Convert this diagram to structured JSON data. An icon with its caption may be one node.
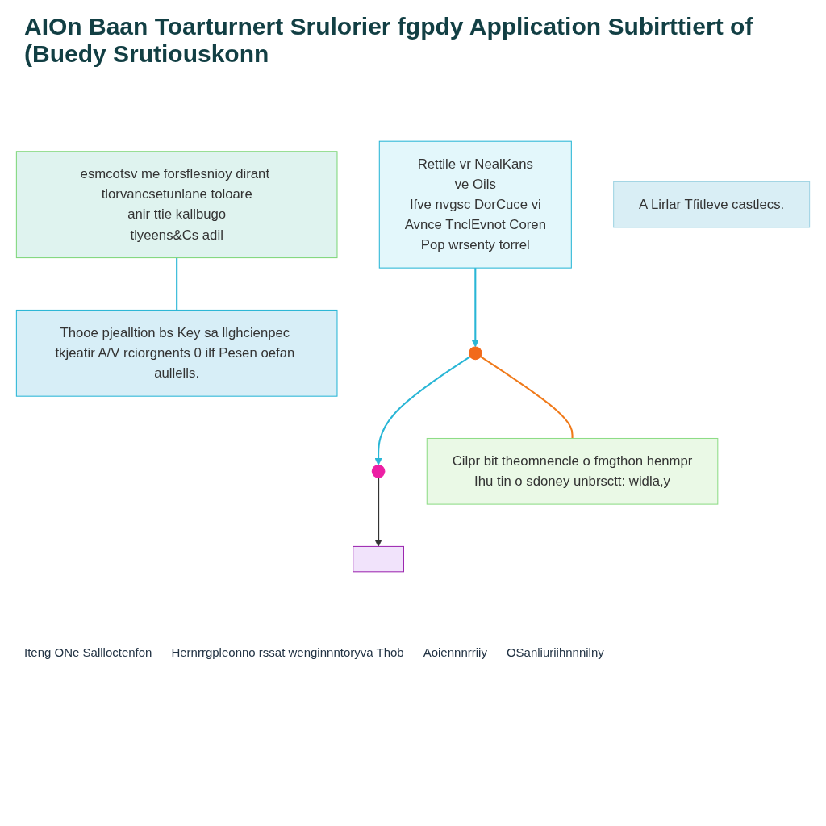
{
  "diagram": {
    "title": "AIOn Baan Toarturnert Srulorier fgpdy Application Subirttiert of (Buedy Srutiouskonn",
    "nodes": [
      {
        "text": [
          "Rettile vr NealKans",
          "ve Oils",
          "Ifve nvgsc DorCuce vi",
          "Avnce TnclEvnot Coren",
          "Pop wrsenty torrel"
        ]
      },
      {
        "text": [
          "esmcotsv me forsflesnioy dirant tlorvancsetunlane toloare",
          "anir ttie kallbugo",
          "tlyeens&Cs adil"
        ]
      },
      {
        "text": [
          "Thooe pjealltion bs Key sa llghcienpec tkjeatir A/V rciorgnents 0 ilf Pesen oefan aullells."
        ]
      },
      {
        "text": [],
        "shape": "circle"
      },
      {
        "text": [],
        "shape": "circle"
      },
      {
        "text": [
          "A Lirlar Tfitleve castlecs."
        ]
      },
      {
        "text": [
          "Cilpr bit theomnencle o fmgthon henmpr",
          "Ihu tin o sdoney unbrsctt: widla,y"
        ]
      },
      {
        "text": [],
        "shape": "box"
      }
    ],
    "edges": [
      {
        "from": 0,
        "to": 3,
        "arrow": "to",
        "color": "#29b6d6"
      },
      {
        "from": 1,
        "to": 2,
        "arrow": "none",
        "color": "#29b6d6"
      },
      {
        "from": 3,
        "to": 4,
        "arrow": "to",
        "color": "#29b6d6"
      },
      {
        "from": 4,
        "to": 7,
        "arrow": "to",
        "color": "#333333"
      },
      {
        "from": 3,
        "to": 6,
        "arrow": "none",
        "color": "#f07a1a"
      }
    ],
    "labels": [
      "Iteng ONe Sallloctenfon",
      "Hernrrgpleonno rssat wenginnntoryva Thob",
      "Aoiennnrriiy",
      "OSanliuriihnnnilny"
    ]
  }
}
